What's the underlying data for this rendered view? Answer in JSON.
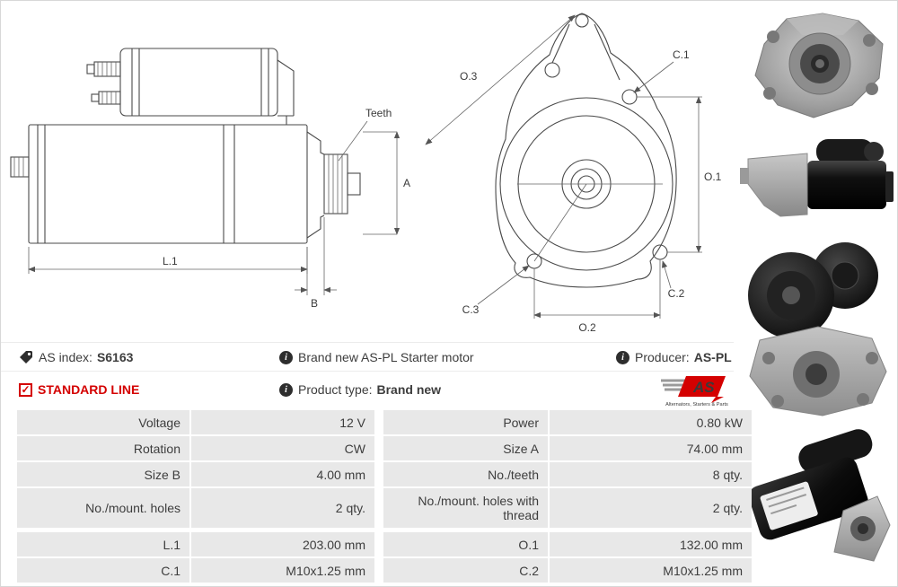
{
  "colors": {
    "accent_red": "#d40000",
    "table_cell_bg": "#e8e8e8",
    "text": "#3d3d3d"
  },
  "icons": {
    "info_glyph": "i",
    "check_glyph": "✓",
    "tag_icon": "tag",
    "logo_mark": "AS-PL"
  },
  "info": {
    "as_index": {
      "label": "AS index:",
      "value": "S6163"
    },
    "description": "Brand new AS-PL Starter motor",
    "producer": {
      "label": "Producer:",
      "value": "AS-PL"
    },
    "standard_line": "STANDARD LINE",
    "product_type": {
      "label": "Product type:",
      "value": "Brand new"
    },
    "logo": {
      "text": "AS",
      "tagline": "Alternators, Starters & Parts"
    }
  },
  "drawings": {
    "side_view": {
      "teeth": "Teeth",
      "dim_a": "A",
      "dim_l1": "L.1",
      "dim_b": "B"
    },
    "front_view": {
      "dim_o3": "O.3",
      "dim_c1": "C.1",
      "dim_o1": "O.1",
      "dim_c3": "C.3",
      "dim_o2": "O.2",
      "dim_c2": "C.2"
    }
  },
  "table": {
    "rows": [
      {
        "label1": "Voltage",
        "value1": "12 V",
        "label2": "Power",
        "value2": "0.80 kW"
      },
      {
        "label1": "Rotation",
        "value1": "CW",
        "label2": "Size A",
        "value2": "74.00 mm"
      },
      {
        "label1": "Size B",
        "value1": "4.00 mm",
        "label2": "No./teeth",
        "value2": "8 qty."
      },
      {
        "label1": "No./mount. holes",
        "value1": "2 qty.",
        "label2": "No./mount. holes with thread",
        "value2": "2 qty."
      },
      {
        "label1": "L.1",
        "value1": "203.00 mm",
        "label2": "O.1",
        "value2": "132.00 mm"
      },
      {
        "label1": "C.1",
        "value1": "M10x1.25 mm",
        "label2": "C.2",
        "value2": "M10x1.25 mm"
      }
    ]
  }
}
